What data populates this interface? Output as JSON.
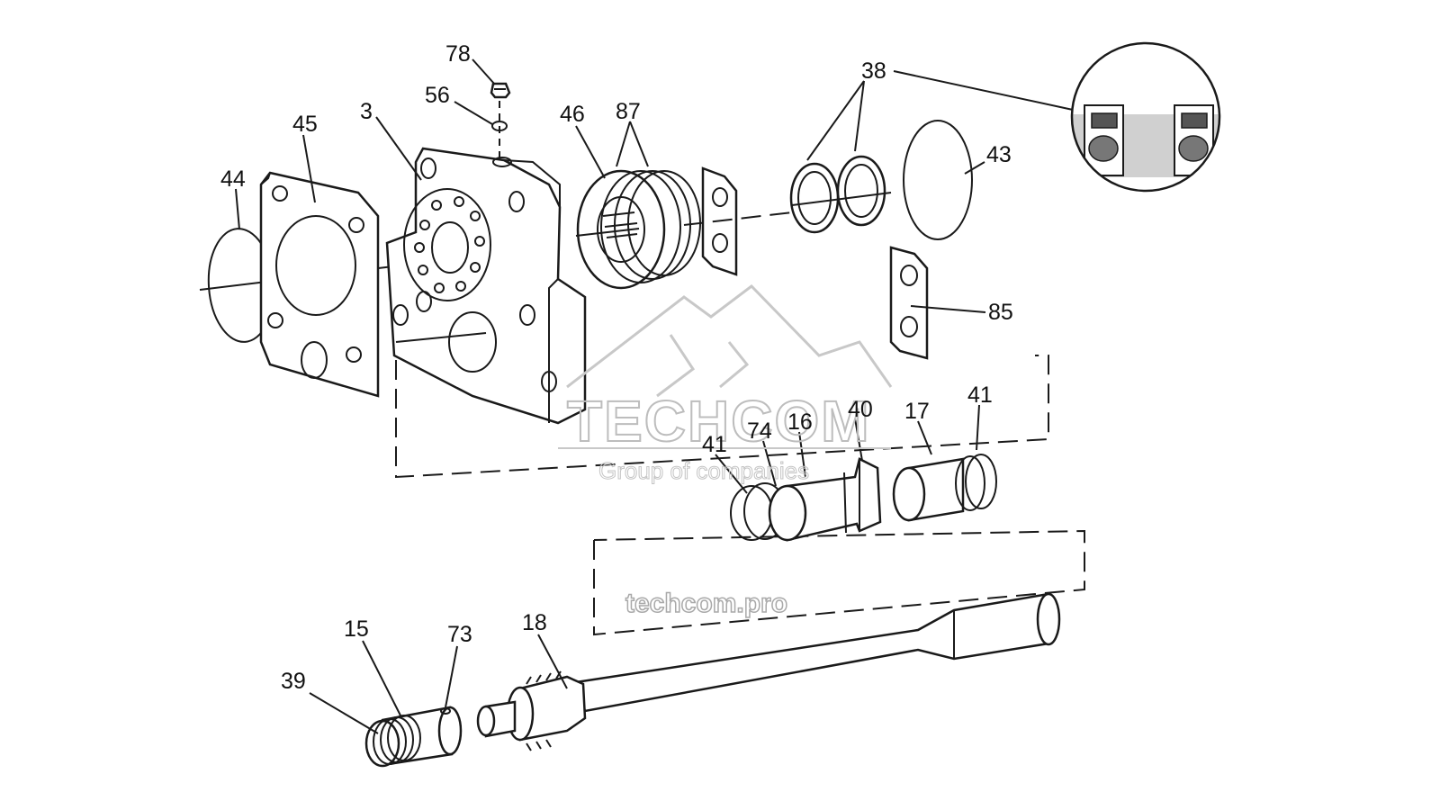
{
  "diagram": {
    "callouts": {
      "c78": "78",
      "c56": "56",
      "c3": "3",
      "c45": "45",
      "c44": "44",
      "c46": "46",
      "c87": "87",
      "c38": "38",
      "c43": "43",
      "c85": "85",
      "c17": "17",
      "c41a": "41",
      "c41b": "41",
      "c74": "74",
      "c16": "16",
      "c40": "40",
      "c15": "15",
      "c73": "73",
      "c39": "39",
      "c18": "18"
    },
    "watermark": {
      "brand": "TECHCOM",
      "tagline": "Group of companies",
      "url": "techcom.pro"
    }
  }
}
